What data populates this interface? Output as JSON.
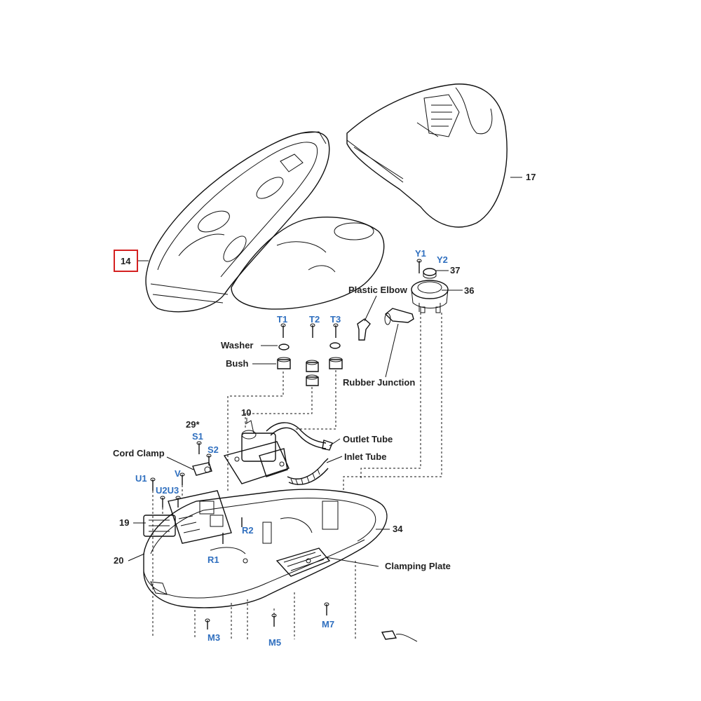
{
  "highlight_color": "#d42020",
  "label_color_dark": "#222222",
  "label_color_blue": "#2f6fbf",
  "labels": {
    "p14": "14",
    "p17": "17",
    "y1": "Y1",
    "y2": "Y2",
    "p37": "37",
    "p36": "36",
    "plastic_elbow": "Plastic Elbow",
    "t1": "T1",
    "t2": "T2",
    "t3": "T3",
    "washer": "Washer",
    "bush": "Bush",
    "rubber_junction": "Rubber Junction",
    "p10": "10",
    "p29": "29*",
    "s1": "S1",
    "s2": "S2",
    "outlet_tube": "Outlet Tube",
    "inlet_tube": "Inlet Tube",
    "cord_clamp": "Cord Clamp",
    "u1": "U1",
    "v": "V",
    "u2u3": "U2U3",
    "p19": "19",
    "r2": "R2",
    "p34": "34",
    "p20": "20",
    "r1": "R1",
    "clamping_plate": "Clamping Plate",
    "m7": "M7",
    "m3": "M3",
    "m5": "M5"
  }
}
